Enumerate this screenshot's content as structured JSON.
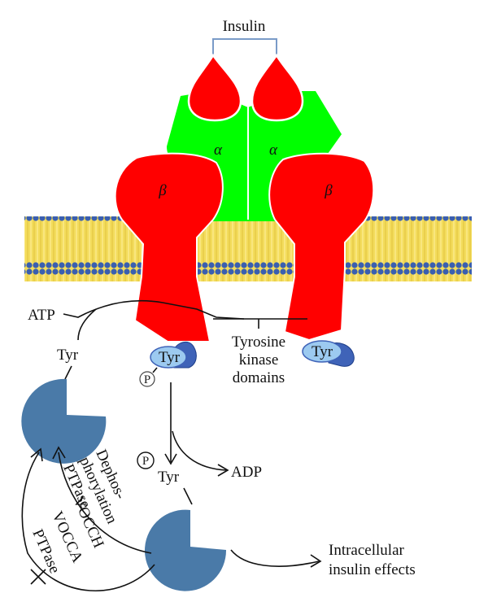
{
  "labels": {
    "insulin": "Insulin",
    "alpha_left": "α",
    "alpha_right": "α",
    "beta_left": "β",
    "beta_right": "β",
    "atp": "ATP",
    "tyr_left": "Tyr",
    "tyr_center": "Tyr",
    "tyr_right": "Tyr",
    "tyr_lower": "Tyr",
    "p_center": "P",
    "p_lower": "P",
    "tk_line1": "Tyrosine",
    "tk_line2": "kinase",
    "tk_line3": "domains",
    "adp": "ADP",
    "intracellular_line1": "Intracellular",
    "intracellular_line2": "insulin effects",
    "dephos_line1": "Dephos-",
    "dephos_line2": "phorylation",
    "dephos_line3": "PTPase",
    "vocch": "VOCCH",
    "vocca": "VOCCA",
    "ptpase_lower": "PTPase"
  },
  "colors": {
    "receptor_red": "#ff0000",
    "alpha_green": "#00ff00",
    "membrane_yellow": "#f3dc5c",
    "membrane_blue": "#3a5fb0",
    "pacman_blue": "#4a7aa8",
    "tyr_light": "#9ccaf0",
    "tyr_dark": "#3f63b8"
  }
}
